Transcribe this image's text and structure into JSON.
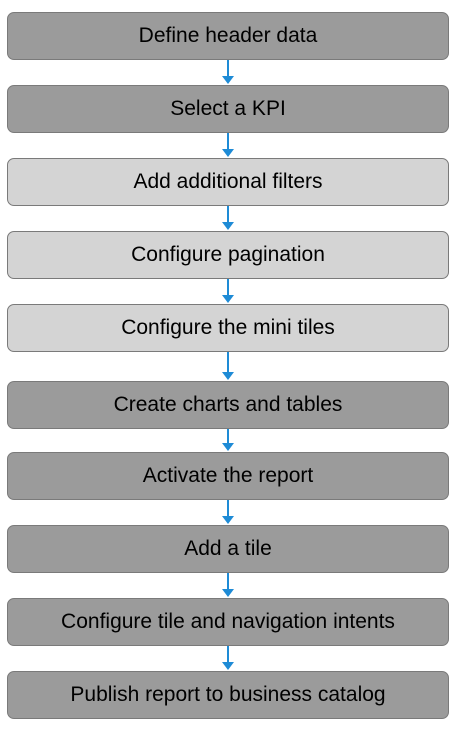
{
  "steps": [
    {
      "label": "Define header data",
      "shade": "dark"
    },
    {
      "label": "Select a KPI",
      "shade": "dark"
    },
    {
      "label": "Add additional filters",
      "shade": "light"
    },
    {
      "label": "Configure pagination",
      "shade": "light"
    },
    {
      "label": "Configure the mini tiles",
      "shade": "light"
    },
    {
      "label": "Create charts and tables",
      "shade": "dark"
    },
    {
      "label": "Activate the report",
      "shade": "dark"
    },
    {
      "label": "Add a tile",
      "shade": "dark"
    },
    {
      "label": "Configure tile and navigation intents",
      "shade": "dark"
    },
    {
      "label": "Publish report to business catalog",
      "shade": "dark"
    }
  ],
  "colors": {
    "dark_box": "#9b9b9b",
    "light_box": "#d4d4d4",
    "arrow": "#1e8bd6",
    "border": "#7a7a7a"
  }
}
